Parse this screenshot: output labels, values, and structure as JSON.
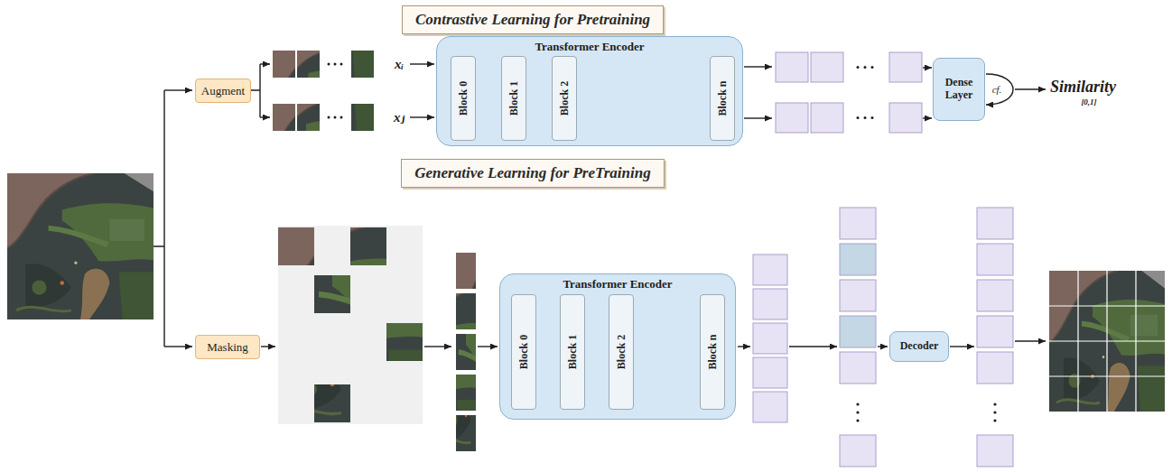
{
  "diagram": {
    "nodes": [
      {
        "text": [
          "Contrastive Learning for Pretraining"
        ]
      },
      {
        "text": [
          "Augment"
        ]
      },
      {
        "text": [
          "Transformer Encoder"
        ]
      },
      {
        "text": [
          "Block 0"
        ],
        "in": 2
      },
      {
        "text": [
          "Block 1"
        ],
        "in": 2
      },
      {
        "text": [
          "Block 2"
        ],
        "in": 2
      },
      {
        "text": [
          "Block n"
        ],
        "in": 2
      },
      {
        "text": [
          "Dense Layer"
        ]
      },
      {
        "text": [
          "Generative Learning for PreTraining"
        ]
      },
      {
        "text": [
          "Masking"
        ]
      },
      {
        "text": [
          "Transformer Encoder"
        ]
      },
      {
        "text": [
          "Block 0"
        ],
        "in": 10
      },
      {
        "text": [
          "Block 1"
        ],
        "in": 10
      },
      {
        "text": [
          "Block 2"
        ],
        "in": 10
      },
      {
        "text": [
          "Block n"
        ],
        "in": 10
      },
      {
        "text": [
          "Decoder"
        ]
      }
    ],
    "edges": [
      {
        "from": 3,
        "to": 4,
        "arrow": "to"
      },
      {
        "from": 4,
        "to": 5,
        "arrow": "to"
      },
      {
        "from": 5,
        "to": 6,
        "arrow": "to"
      },
      {
        "from": 11,
        "to": 12,
        "arrow": "to"
      },
      {
        "from": 12,
        "to": 13,
        "arrow": "to"
      },
      {
        "from": 13,
        "to": 14,
        "arrow": "to"
      }
    ],
    "labels": [
      "xᵢ",
      "xⱼ",
      "cf.",
      "Similarity",
      "[0,1]"
    ]
  }
}
